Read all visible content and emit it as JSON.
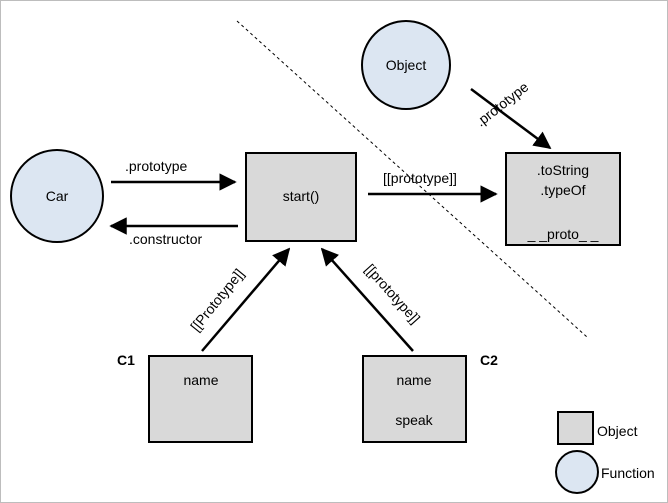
{
  "functions": {
    "car": "Car",
    "object": "Object"
  },
  "objects": {
    "start_box": {
      "lines": [
        "start()"
      ]
    },
    "object_proto_box": {
      "lines": [
        ".toString",
        ".typeOf",
        "_ _proto_ _"
      ]
    },
    "c1_box": {
      "lines": [
        "name"
      ]
    },
    "c2_box": {
      "lines": [
        "name",
        "speak"
      ]
    }
  },
  "instance_labels": {
    "c1": "C1",
    "c2": "C2"
  },
  "edges": {
    "car_prototype": ".prototype",
    "car_constructor": ".constructor",
    "start_to_object_proto": "[[prototype]]",
    "object_prototype": ".prototype",
    "c1_prototype": "[[Prototype]]",
    "c2_prototype": "[[prototype]]"
  },
  "legend": {
    "object": "Object",
    "function": "Function"
  },
  "colors": {
    "function_fill": "#dce6f2",
    "object_fill": "#d9d9d9",
    "stroke": "#000000"
  }
}
